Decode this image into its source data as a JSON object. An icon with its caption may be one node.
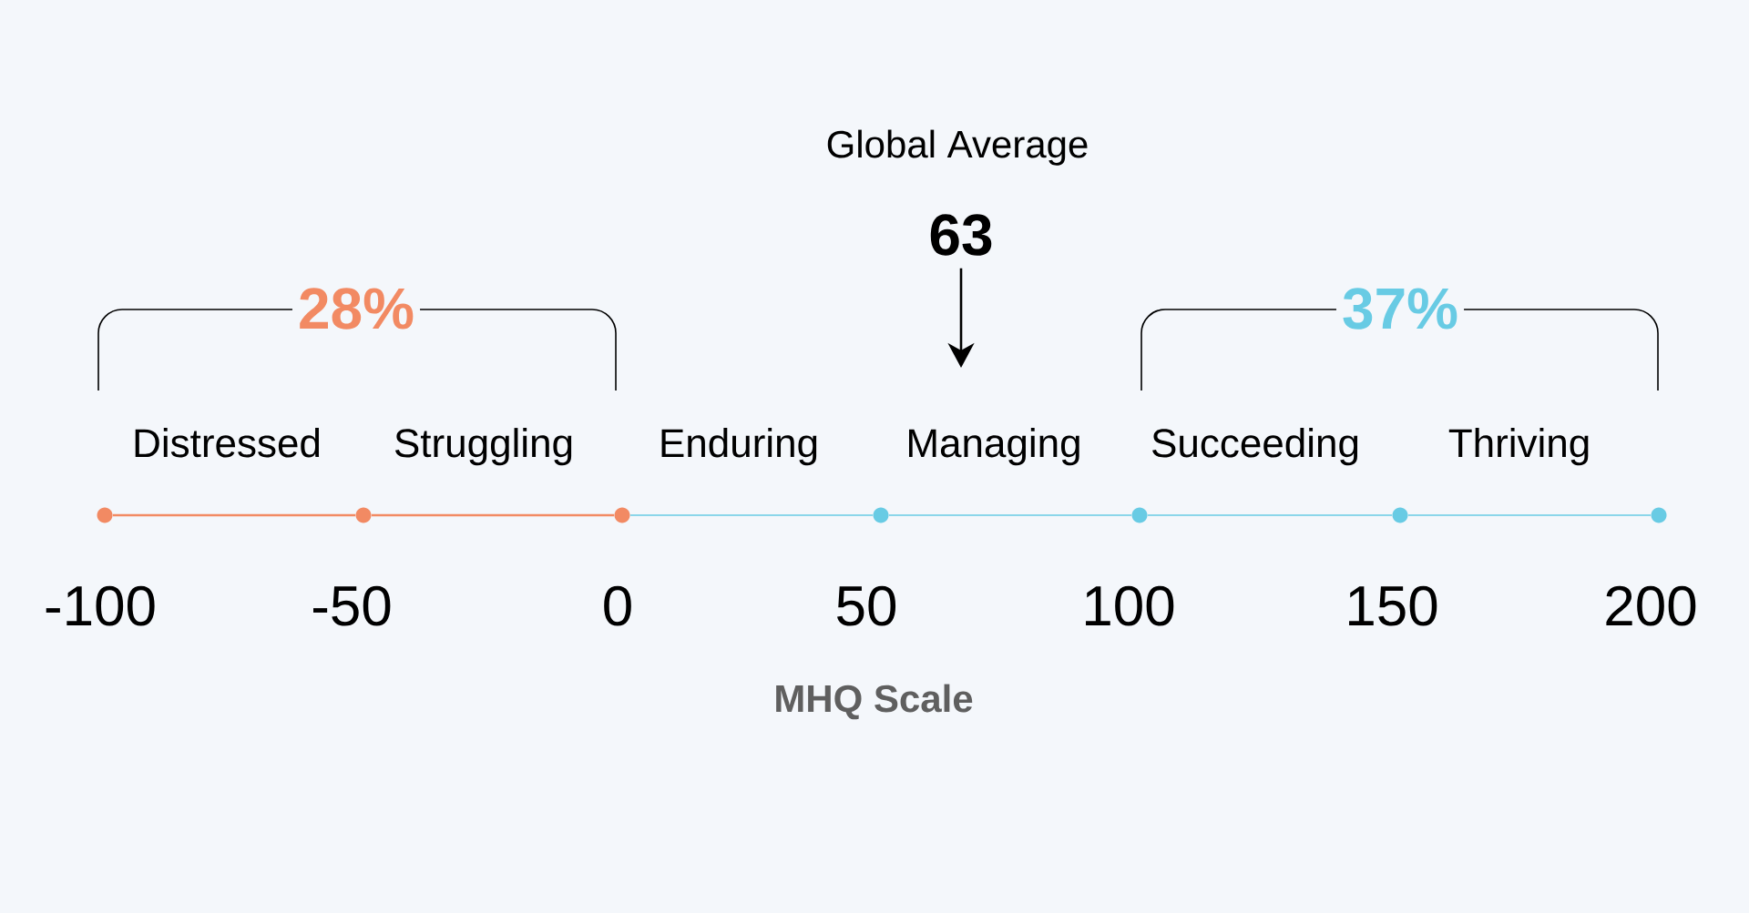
{
  "diagram": {
    "nodes": [
      {
        "text": [
          "63"
        ],
        "beside": [
          "Global Average"
        ]
      },
      {
        "text": [],
        "shape": "circle",
        "beside": [
          "-100"
        ]
      },
      {
        "text": [],
        "shape": "circle",
        "beside": [
          "-50"
        ]
      },
      {
        "text": [],
        "shape": "circle",
        "beside": [
          "0"
        ]
      },
      {
        "text": [],
        "shape": "circle",
        "beside": [
          "50"
        ]
      },
      {
        "text": [],
        "shape": "circle",
        "beside": [
          "100"
        ]
      },
      {
        "text": [],
        "shape": "circle",
        "beside": [
          "150"
        ]
      },
      {
        "text": [],
        "shape": "circle",
        "beside": [
          "200"
        ]
      }
    ],
    "edges": [
      {
        "from": 0,
        "to": null,
        "arrow": "to",
        "color": "#000000"
      },
      {
        "from": 1,
        "to": 2,
        "arrow": "none",
        "color": "#f28a63"
      },
      {
        "from": 2,
        "to": 3,
        "arrow": "none",
        "color": "#f28a63"
      },
      {
        "from": 3,
        "to": 4,
        "arrow": "none"
      },
      {
        "from": 4,
        "to": 5,
        "arrow": "none"
      },
      {
        "from": 5,
        "to": 6,
        "arrow": "none"
      },
      {
        "from": 6,
        "to": 7,
        "arrow": "none"
      }
    ],
    "labels": [
      "28%",
      "37%",
      "Distressed",
      "Struggling",
      "Enduring",
      "Managing",
      "Succeeding",
      "Thriving",
      "MHQ Scale"
    ]
  }
}
